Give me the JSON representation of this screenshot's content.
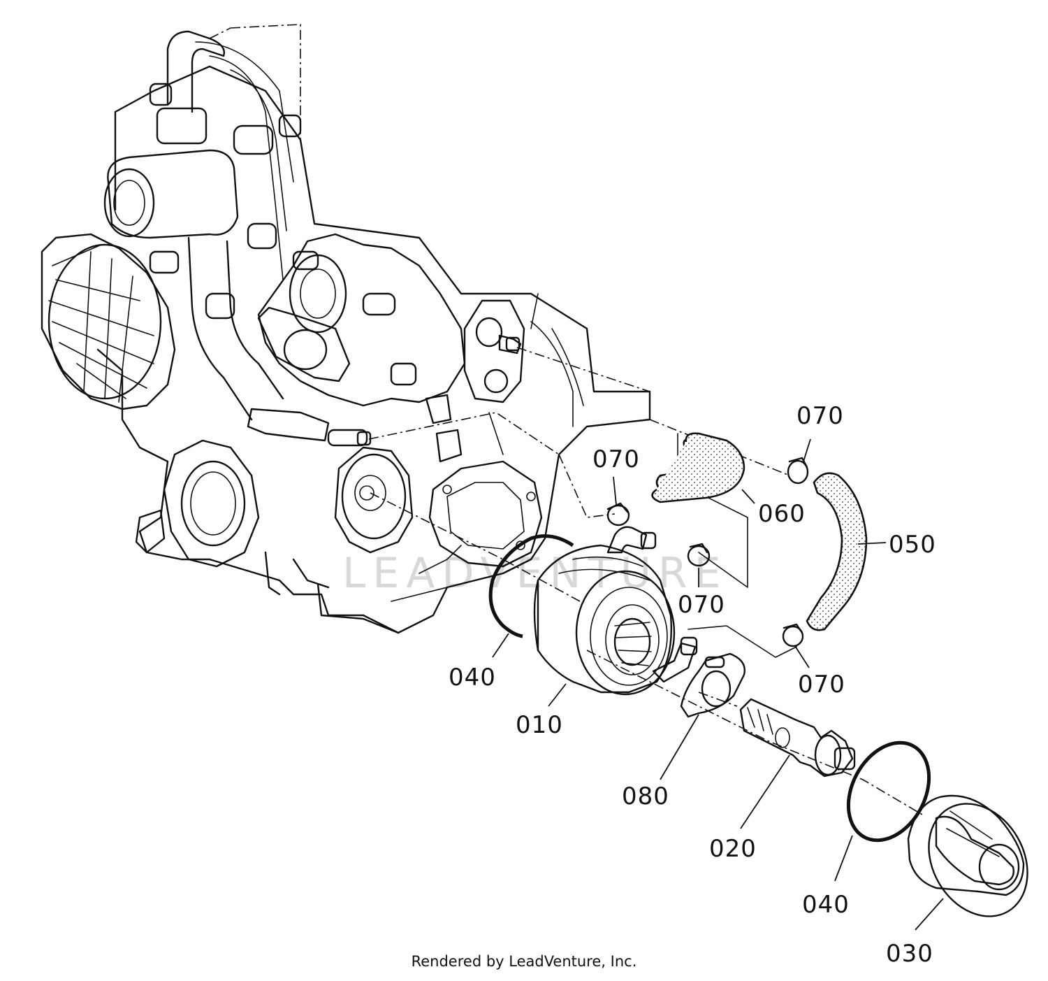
{
  "callouts": [
    {
      "id": "c010",
      "text": "010"
    },
    {
      "id": "c020",
      "text": "020"
    },
    {
      "id": "c030",
      "text": "030"
    },
    {
      "id": "c040a",
      "text": "040"
    },
    {
      "id": "c040b",
      "text": "040"
    },
    {
      "id": "c050",
      "text": "050"
    },
    {
      "id": "c060",
      "text": "060"
    },
    {
      "id": "c070a",
      "text": "070"
    },
    {
      "id": "c070b",
      "text": "070"
    },
    {
      "id": "c070c",
      "text": "070"
    },
    {
      "id": "c070d",
      "text": "070"
    },
    {
      "id": "c080",
      "text": "080"
    }
  ],
  "watermark": "LEADVENTURE",
  "footer": "Rendered by LeadVenture, Inc."
}
